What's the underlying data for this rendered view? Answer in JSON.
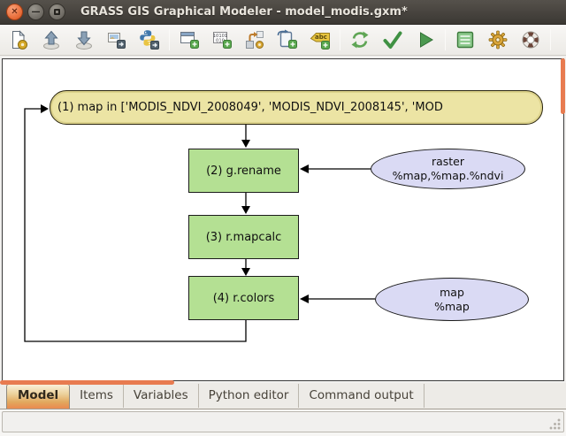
{
  "window": {
    "title": "GRASS GIS Graphical Modeler - model_modis.gxm*",
    "controls": [
      "close",
      "minimize",
      "maximize"
    ]
  },
  "toolbar": {
    "icons": [
      {
        "name": "new-model-icon"
      },
      {
        "name": "load-model-icon"
      },
      {
        "name": "save-model-icon"
      },
      {
        "name": "export-image-icon"
      },
      {
        "name": "export-python-icon"
      },
      {
        "name": "add-command-icon"
      },
      {
        "name": "add-data-icon"
      },
      {
        "name": "define-relation-icon"
      },
      {
        "name": "add-loop-icon"
      },
      {
        "name": "add-comment-icon"
      },
      {
        "name": "redraw-icon"
      },
      {
        "name": "validate-icon"
      },
      {
        "name": "run-icon"
      },
      {
        "name": "model-properties-icon"
      },
      {
        "name": "preferences-icon"
      },
      {
        "name": "help-icon"
      }
    ],
    "glyphs": {
      "data_binary_line1": "10101",
      "data_binary_line2": "010",
      "comment_tag": "abc"
    }
  },
  "canvas": {
    "loop_node": {
      "label": "(1) map in ['MODIS_NDVI_2008049', 'MODIS_NDVI_2008145', 'MOD"
    },
    "action_nodes": [
      {
        "label": "(2) g.rename"
      },
      {
        "label": "(3) r.mapcalc"
      },
      {
        "label": "(4) r.colors"
      }
    ],
    "data_nodes": [
      {
        "line1": "raster",
        "line2": "%map,%map.%ndvi"
      },
      {
        "line1": "map",
        "line2": "%map"
      }
    ],
    "colors": {
      "loop_fill": "#ece4a4",
      "action_fill": "#b4e093",
      "data_fill": "#dadaf4",
      "scrollbar_thumb": "#e87b50"
    }
  },
  "tabs": [
    {
      "label": "Model",
      "selected": true
    },
    {
      "label": "Items",
      "selected": false
    },
    {
      "label": "Variables",
      "selected": false
    },
    {
      "label": "Python editor",
      "selected": false
    },
    {
      "label": "Command output",
      "selected": false
    }
  ],
  "statusbar": {
    "text": ""
  }
}
